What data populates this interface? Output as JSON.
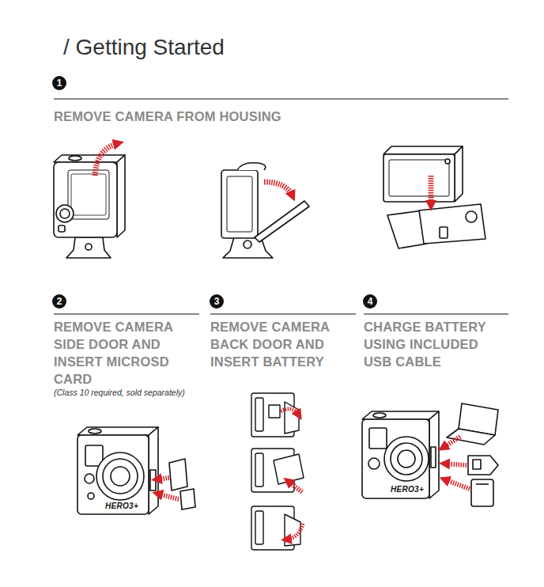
{
  "diagram": {
    "title": "/ Getting Started",
    "nodes": [
      {
        "text": [
          "1"
        ]
      },
      {
        "text": [
          "2"
        ]
      },
      {
        "text": [
          "3"
        ]
      },
      {
        "text": [
          "4"
        ]
      }
    ],
    "labels": [
      "REMOVE CAMERA FROM HOUSING",
      "REMOVE CAMERA SIDE DOOR AND INSERT MICROSD CARD",
      "(Class 10 required, sold separately)",
      "REMOVE CAMERA BACK DOOR AND INSERT BATTERY",
      "CHARGE BATTERY USING INCLUDED USB CABLE",
      "HERO3+",
      "HERO3+"
    ]
  }
}
